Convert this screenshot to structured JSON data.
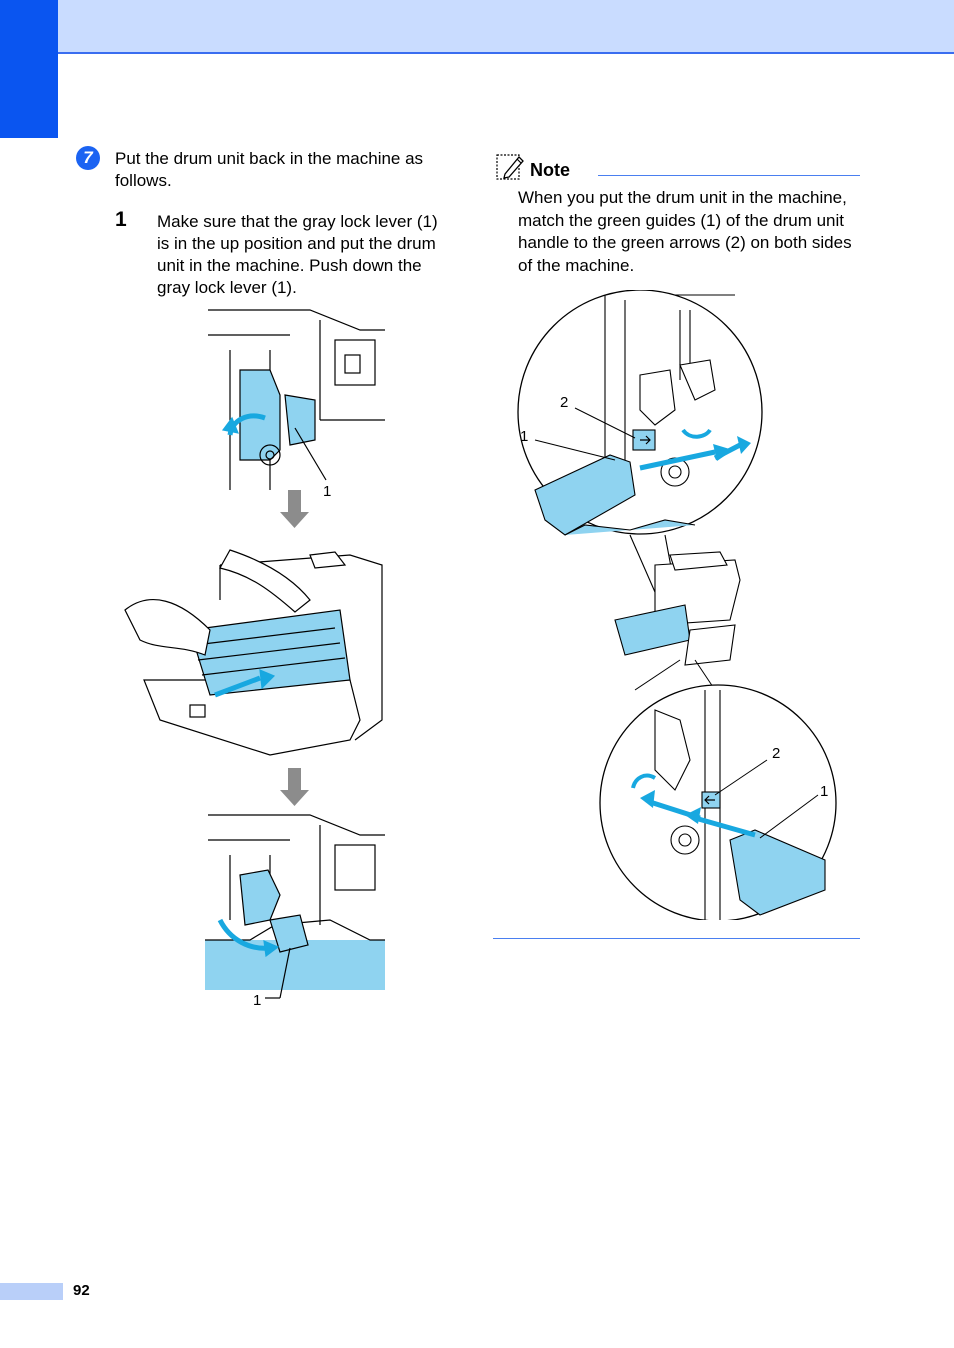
{
  "step": {
    "number": "7",
    "text": "Put the drum unit back in the machine as follows."
  },
  "substep": {
    "number": "1",
    "text": "Make sure that the gray lock lever (1) is in the up position and put the drum unit in the machine. Push down the gray lock lever (1)."
  },
  "note": {
    "title": "Note",
    "text": "When you put the drum unit in the machine, match the green guides (1) of the drum unit handle to the green arrows (2) on both sides of the machine."
  },
  "figures": {
    "left_top_callout": "1",
    "left_bottom_callout": "1",
    "right_top_callout_2": "2",
    "right_top_callout_1": "1",
    "right_bottom_callout_2": "2",
    "right_bottom_callout_1": "1"
  },
  "colors": {
    "header_band": "#c9dcff",
    "side_tab": "#0a55f0",
    "accent_cyan": "#18a8e0",
    "part_blue": "#8fd3f0"
  },
  "footer": {
    "page_number": "92"
  }
}
